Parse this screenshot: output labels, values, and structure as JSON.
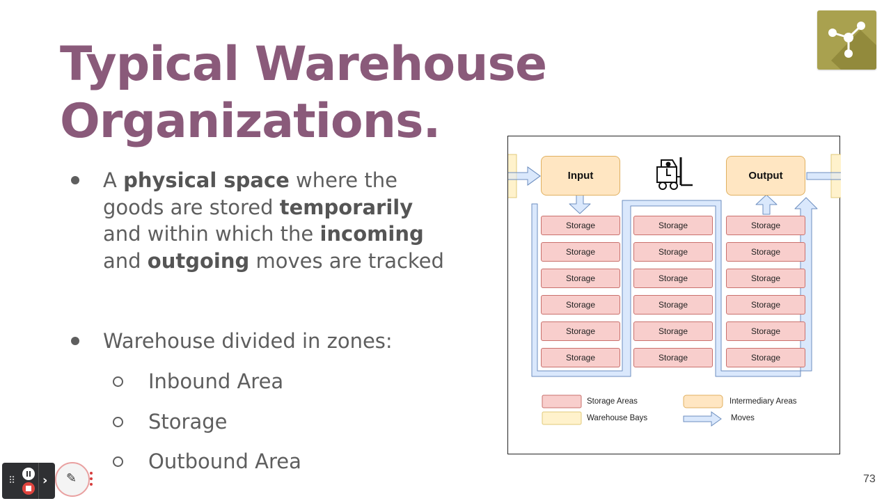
{
  "slide": {
    "title_line1": "Typical Warehouse",
    "title_line2": "Organizations.",
    "page_number": "73"
  },
  "bullet1": {
    "p1": "A ",
    "b1": "physical space",
    "p2": " where the goods are stored ",
    "b2": "temporarily",
    "p3": " and within which the ",
    "b3": "incoming",
    "p4": " and ",
    "b4": "outgoing",
    "p5": " moves are tracked"
  },
  "bullet2": {
    "text": "Warehouse divided in zones:",
    "subitems": [
      "Inbound Area",
      "Storage",
      "Outbound Area"
    ]
  },
  "diagram": {
    "input_label": "Input",
    "output_label": "Output",
    "storage_label": "Storage",
    "legend": {
      "storage_areas": "Storage Areas",
      "intermediary_areas": "Intermediary Areas",
      "warehouse_bays": "Warehouse Bays",
      "moves": "Moves"
    },
    "colors": {
      "storage_fill": "#f8cecc",
      "intermediary_fill": "#ffe6c2",
      "bay_fill": "#fff2cc",
      "move_fill": "#dae8fc"
    }
  },
  "icons": {
    "logo": "network-graph-icon",
    "forklift": "forklift-icon",
    "pause": "pause-icon",
    "stop": "stop-icon",
    "expand": "chevron-right-icon",
    "pen": "pen-icon",
    "more": "more-vertical-icon"
  },
  "theme": {
    "title_color": "#8a5a7a",
    "logo_color": "#a9a14f"
  }
}
